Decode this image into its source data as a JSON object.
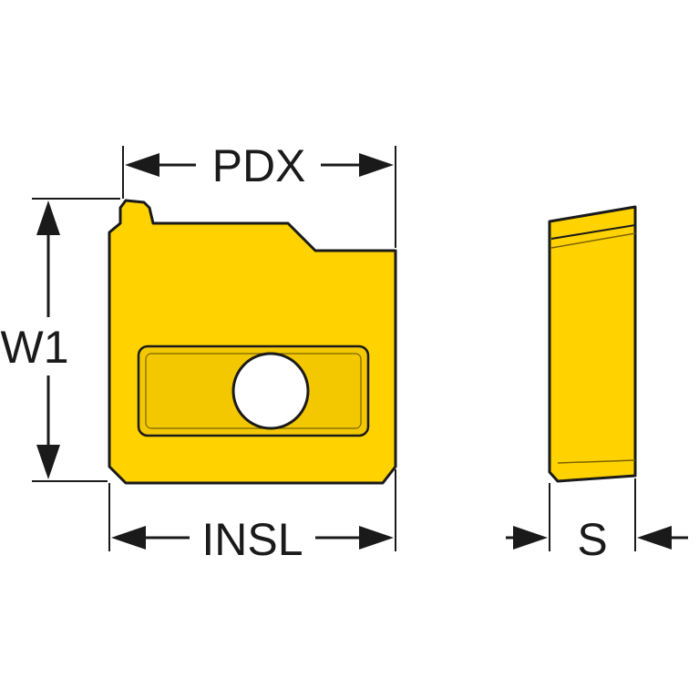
{
  "colors": {
    "insert_fill": "#FFD200",
    "insert_shade": "#E8BC00",
    "outline": "#1a1a1a",
    "hole_fill": "#ffffff"
  },
  "labels": {
    "pdx": "PDX",
    "w1": "W1",
    "insl": "INSL",
    "s": "S"
  }
}
